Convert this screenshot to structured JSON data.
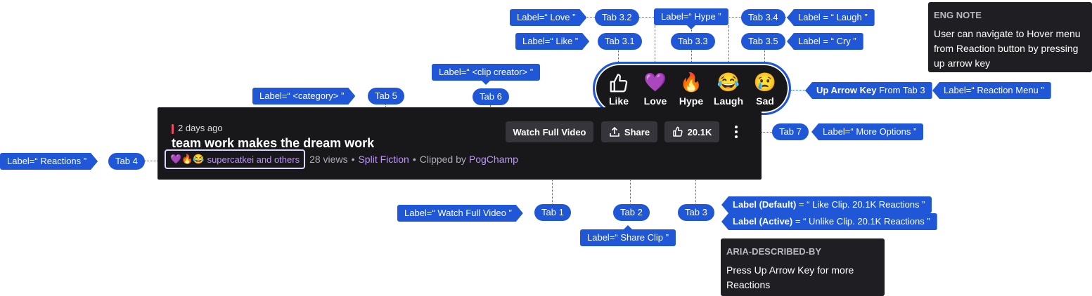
{
  "card": {
    "time_ago": "2 days ago",
    "title": "team work makes the dream work",
    "reactors": "supercatkei and others",
    "views": "28 views",
    "sep": "•",
    "category": "Split Fiction",
    "clipped_by_prefix": "Clipped by",
    "creator": "PogChamp",
    "watch_label": "Watch Full Video",
    "share_label": "Share",
    "like_count": "20.1K"
  },
  "reaction_menu": {
    "items": [
      {
        "label": "Like",
        "icon": "thumbs-up-icon",
        "glyph": "👍"
      },
      {
        "label": "Love",
        "icon": "purple-heart-icon",
        "glyph": "💜"
      },
      {
        "label": "Hype",
        "icon": "fire-icon",
        "glyph": "🔥"
      },
      {
        "label": "Laugh",
        "icon": "laugh-face-icon",
        "glyph": "😂"
      },
      {
        "label": "Sad",
        "icon": "sad-face-icon",
        "glyph": "😢"
      }
    ]
  },
  "callouts": {
    "love_label": "Label=“ Love ”",
    "tab32": "Tab 3.2",
    "hype_label": "Label=“ Hype ”",
    "tab34": "Tab 3.4",
    "laugh_label": "Label = “ Laugh ”",
    "like_label": "Label=“ Like ”",
    "tab31": "Tab 3.1",
    "tab33": "Tab 3.3",
    "tab35": "Tab 3.5",
    "cry_label": "Label = “ Cry ”",
    "creator_label": "Label=“ <clip creator> ”",
    "tab6": "Tab 6",
    "category_label": "Label=“ <category> ”",
    "tab5": "Tab 5",
    "uparrow_bold": "Up Arrow Key",
    "uparrow_rest": "From Tab 3",
    "reaction_menu_label": "Label=“ Reaction Menu ”",
    "tab7": "Tab 7",
    "more_label": "Label=“ More Options ”",
    "reactions_label": "Label=“ Reactions ”",
    "tab4": "Tab 4",
    "watch_label": "Label=“ Watch Full Video ”",
    "tab1": "Tab 1",
    "tab2": "Tab 2",
    "share_label": "Label=“ Share Clip ”",
    "tab3": "Tab 3",
    "like_default_key": "Label (Default)",
    "like_default_val": "= “ Like Clip. 20.1K Reactions ”",
    "like_active_key": "Label (Active)",
    "like_active_val": "= “ Unlike Clip. 20.1K Reactions ”"
  },
  "notes": {
    "eng_title": "ENG NOTE",
    "eng_body": "User can navigate to Hover menu from Reaction button by pressing up arrow key",
    "aria_title": "ARIA-DESCRIBED-BY",
    "aria_body": "Press Up Arrow Key for more Reactions"
  }
}
